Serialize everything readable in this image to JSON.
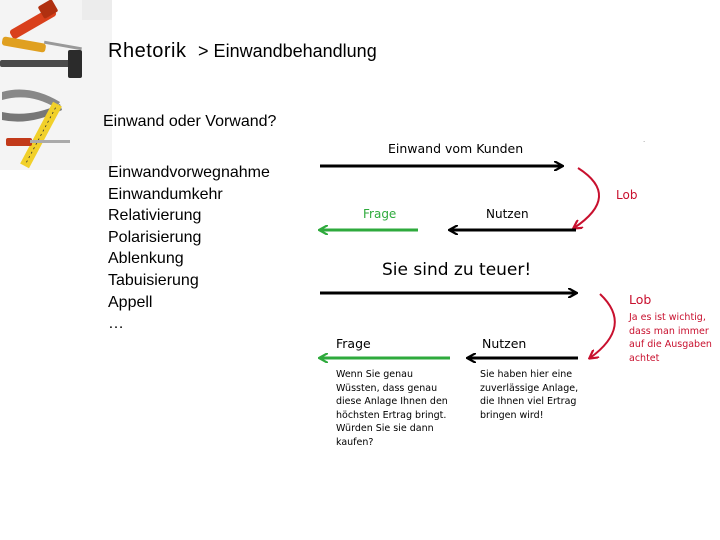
{
  "header": {
    "title": "Rhetorik",
    "subtitle": "> Einwandbehandlung"
  },
  "question": "Einwand oder Vorwand?",
  "techniques": [
    "Einwandvorwegnahme",
    "Einwandumkehr",
    "Relativierung",
    "Polarisierung",
    "Ablenkung",
    "Tabuisierung",
    "Appell",
    "…"
  ],
  "diagram": {
    "top": {
      "objection_label": "Einwand vom Kunden",
      "praise_label": "Lob",
      "question_label": "Frage",
      "benefit_label": "Nutzen"
    },
    "bottom": {
      "objection_quote": "Sie sind zu teuer!",
      "praise_label": "Lob",
      "praise_text": "Ja es ist wichtig,\ndass man immer\nauf die Ausgaben\nachtet",
      "question_label": "Frage",
      "benefit_label": "Nutzen",
      "question_text": "Wenn Sie genau\nWüssten, dass genau\ndiese Anlage Ihnen den\nhöchsten Ertrag bringt.\nWürden Sie sie dann\nkaufen?",
      "benefit_text": "Sie haben hier eine\nzuverlässige Anlage,\ndie Ihnen viel Ertrag\nbringen wird!"
    },
    "colors": {
      "arrow_black": "#000000",
      "arrow_red": "#c8102e",
      "arrow_green": "#2eaa3c"
    }
  }
}
